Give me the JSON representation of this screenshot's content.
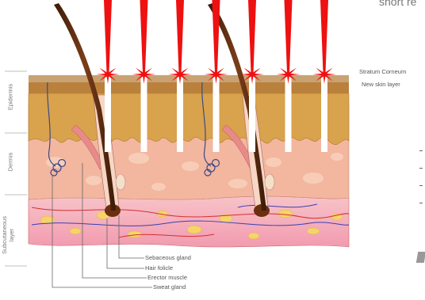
{
  "cropped_text": "short re",
  "labels": {
    "stratum_corneum": "Stratum Corneum",
    "new_skin_layer": "New skin layer",
    "epidermis": "Epidermis",
    "dermis": "Dermis",
    "subcutaneous": "Subcutaneous",
    "subcutaneous_line2": "layer",
    "sebaceous_gland": "Sebaceous gland",
    "hair_folicle": "Hair folicle",
    "erector_muscle": "Erector muscle",
    "sweat_gland": "Sweat gland"
  },
  "laser_beam_count": 7,
  "colors": {
    "laser": "#ee1111",
    "epidermis": "#d9a24c",
    "dermis": "#f3b69f",
    "fat": "#f2a0b4",
    "hair": "#5a2c12",
    "channel": "#ffffff"
  }
}
